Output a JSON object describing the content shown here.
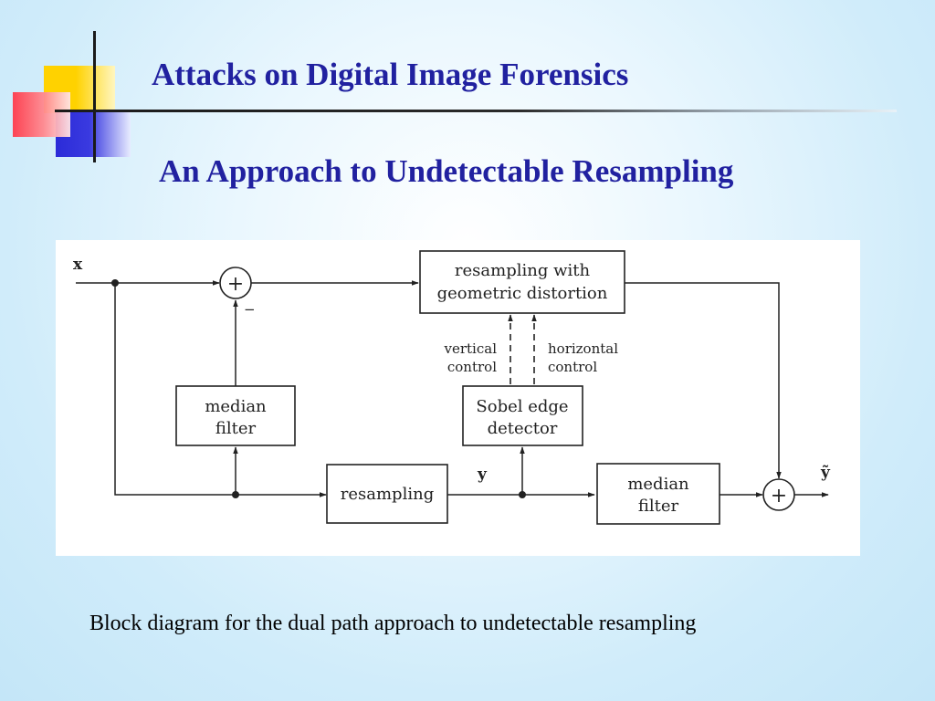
{
  "slide": {
    "title": "Attacks on Digital Image Forensics",
    "subtitle": "An Approach to Undetectable Resampling",
    "caption": "Block diagram for the dual path approach to undetectable resampling"
  },
  "diagram": {
    "signals": {
      "input": "x",
      "intermediate": "y",
      "output": "ỹ"
    },
    "blocks": {
      "resampling_geometric": [
        "resampling with",
        "geometric distortion"
      ],
      "median_filter_top": [
        "median",
        "filter"
      ],
      "sobel": [
        "Sobel edge",
        "detector"
      ],
      "resampling": [
        "resampling"
      ],
      "median_filter_bottom": [
        "median",
        "filter"
      ]
    },
    "controls": {
      "vertical": [
        "vertical",
        "control"
      ],
      "horizontal": [
        "horizontal",
        "control"
      ]
    },
    "operators": {
      "sum_symbol": "+",
      "minus_sign": "−"
    }
  }
}
